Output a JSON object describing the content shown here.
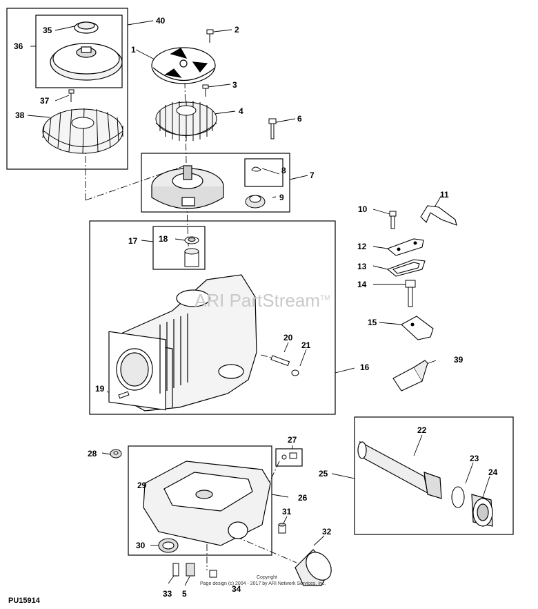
{
  "diagram": {
    "labels": {
      "p1": "1",
      "p2": "2",
      "p3": "3",
      "p4": "4",
      "p5": "5",
      "p6": "6",
      "p7": "7",
      "p8": "8",
      "p9": "9",
      "p10": "10",
      "p11": "11",
      "p12": "12",
      "p13": "13",
      "p14": "14",
      "p15": "15",
      "p16": "16",
      "p17": "17",
      "p18": "18",
      "p19": "19",
      "p20": "20",
      "p21": "21",
      "p22": "22",
      "p23": "23",
      "p24": "24",
      "p25": "25",
      "p26": "26",
      "p27": "27",
      "p28": "28",
      "p29": "29",
      "p30": "30",
      "p31": "31",
      "p32": "32",
      "p33": "33",
      "p34": "34",
      "p35": "35",
      "p36": "36",
      "p37": "37",
      "p38": "38",
      "p39": "39",
      "p40": "40"
    },
    "watermark": "ARI PartStream",
    "watermark_tm": "TM",
    "figure_code": "PU15914",
    "copyright_line1": "Copyright",
    "copyright_line2": "Page design (c) 2004 - 2017 by ARI Network Services, Inc."
  }
}
